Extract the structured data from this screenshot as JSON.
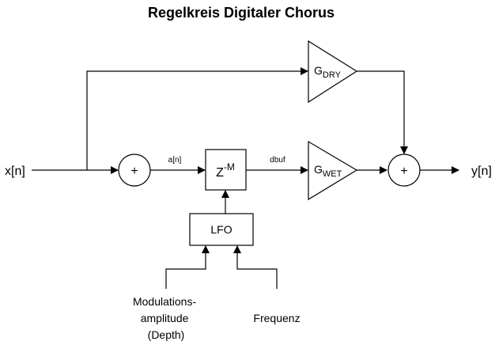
{
  "title": "Regelkreis Digitaler Chorus",
  "input_label": "x[n]",
  "output_label": "y[n]",
  "signal_a": "a[n]",
  "signal_dbuf": "dbuf",
  "adder_symbol": "+",
  "delay": {
    "base": "Z",
    "exponent": "-M"
  },
  "lfo_label": "LFO",
  "gain_dry": {
    "base": "G",
    "sub": "DRY"
  },
  "gain_wet": {
    "base": "G",
    "sub": "WET"
  },
  "modulation_lines": [
    "Modulations-",
    "amplitude",
    "(Depth)"
  ],
  "frequency_label": "Frequenz",
  "colors": {
    "stroke": "#000000",
    "background": "#ffffff"
  }
}
